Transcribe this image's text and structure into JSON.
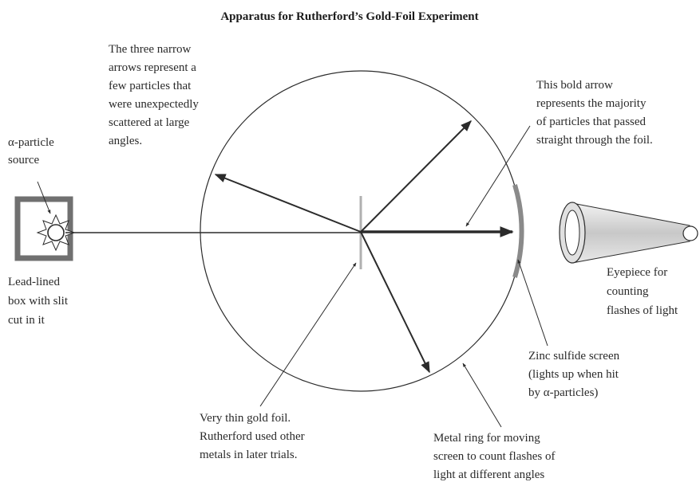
{
  "title": "Apparatus for Rutherford’s Gold-Foil Experiment",
  "labels": {
    "narrow_arrows": [
      "The three narrow",
      "arrows represent a",
      "few particles that",
      "were unexpectedly",
      "scattered at large",
      "angles."
    ],
    "bold_arrow": [
      "This bold arrow",
      "represents the majority",
      "of particles that passed",
      "straight through the foil."
    ],
    "source": [
      "α-particle",
      "source"
    ],
    "lead_box": [
      "Lead-lined",
      "box with slit",
      "cut in it"
    ],
    "eyepiece": [
      "Eyepiece for",
      "counting",
      "flashes of light"
    ],
    "zinc_screen": [
      "Zinc sulfide screen",
      "(lights up when hit",
      "by α-particles)"
    ],
    "gold_foil": [
      "Very thin gold foil.",
      "Rutherford used other",
      "metals in later trials."
    ],
    "metal_ring": [
      "Metal ring for moving",
      "screen to count flashes of",
      "light at different angles"
    ]
  },
  "colors": {
    "line": "#2b2b2b",
    "box": "#707070",
    "foil": "#b0b0b0",
    "screen": "#8a8a8a",
    "eyepiece_fill": "#d9d9d9"
  }
}
